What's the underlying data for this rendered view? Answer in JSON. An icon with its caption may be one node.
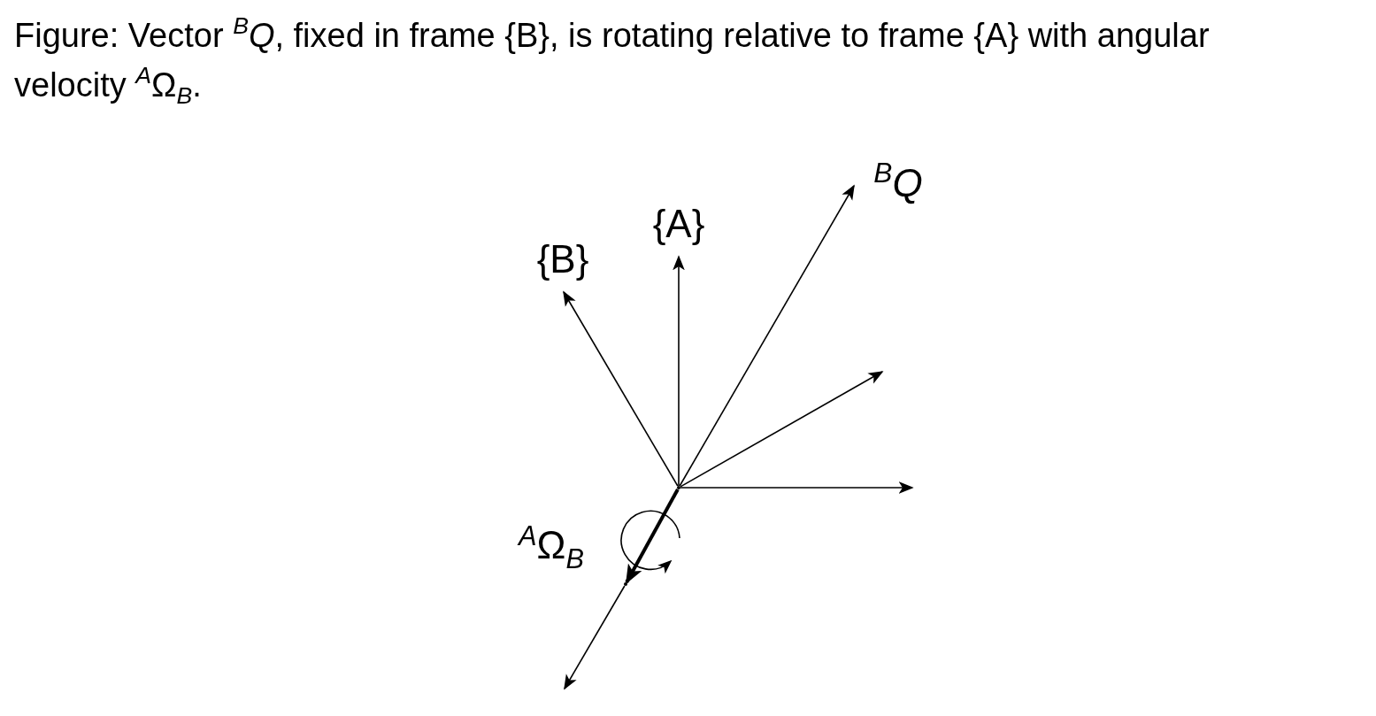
{
  "diagram": {
    "caption": "Figure: Vector $^{B}$*Q*, fixed in frame {B}, is rotating relative to frame {A} with angular velocity $^{A}$Ω$_{B}$.",
    "nodes": [
      {
        "text": [],
        "shape": "point"
      },
      {
        "text": [
          "{B}"
        ]
      },
      {
        "text": [
          "{A}"
        ]
      },
      {
        "text": [
          "$^{B}$Q"
        ]
      },
      {
        "text": [],
        "shape": "point"
      }
    ],
    "edges": [
      {
        "from": 0,
        "to": 1,
        "arrow": "to"
      },
      {
        "from": 0,
        "to": 2,
        "arrow": "to"
      },
      {
        "from": 0,
        "to": 3,
        "arrow": "to"
      },
      {
        "from": 0,
        "to": null,
        "arrow": "to"
      },
      {
        "from": 0,
        "to": null,
        "arrow": "to"
      },
      {
        "from": 0,
        "to": 4,
        "arrow": "to",
        "style": "thick"
      },
      {
        "from": 4,
        "to": null,
        "arrow": "to"
      }
    ],
    "labels": [
      "$^{A}$Ω$_{B}$"
    ]
  }
}
